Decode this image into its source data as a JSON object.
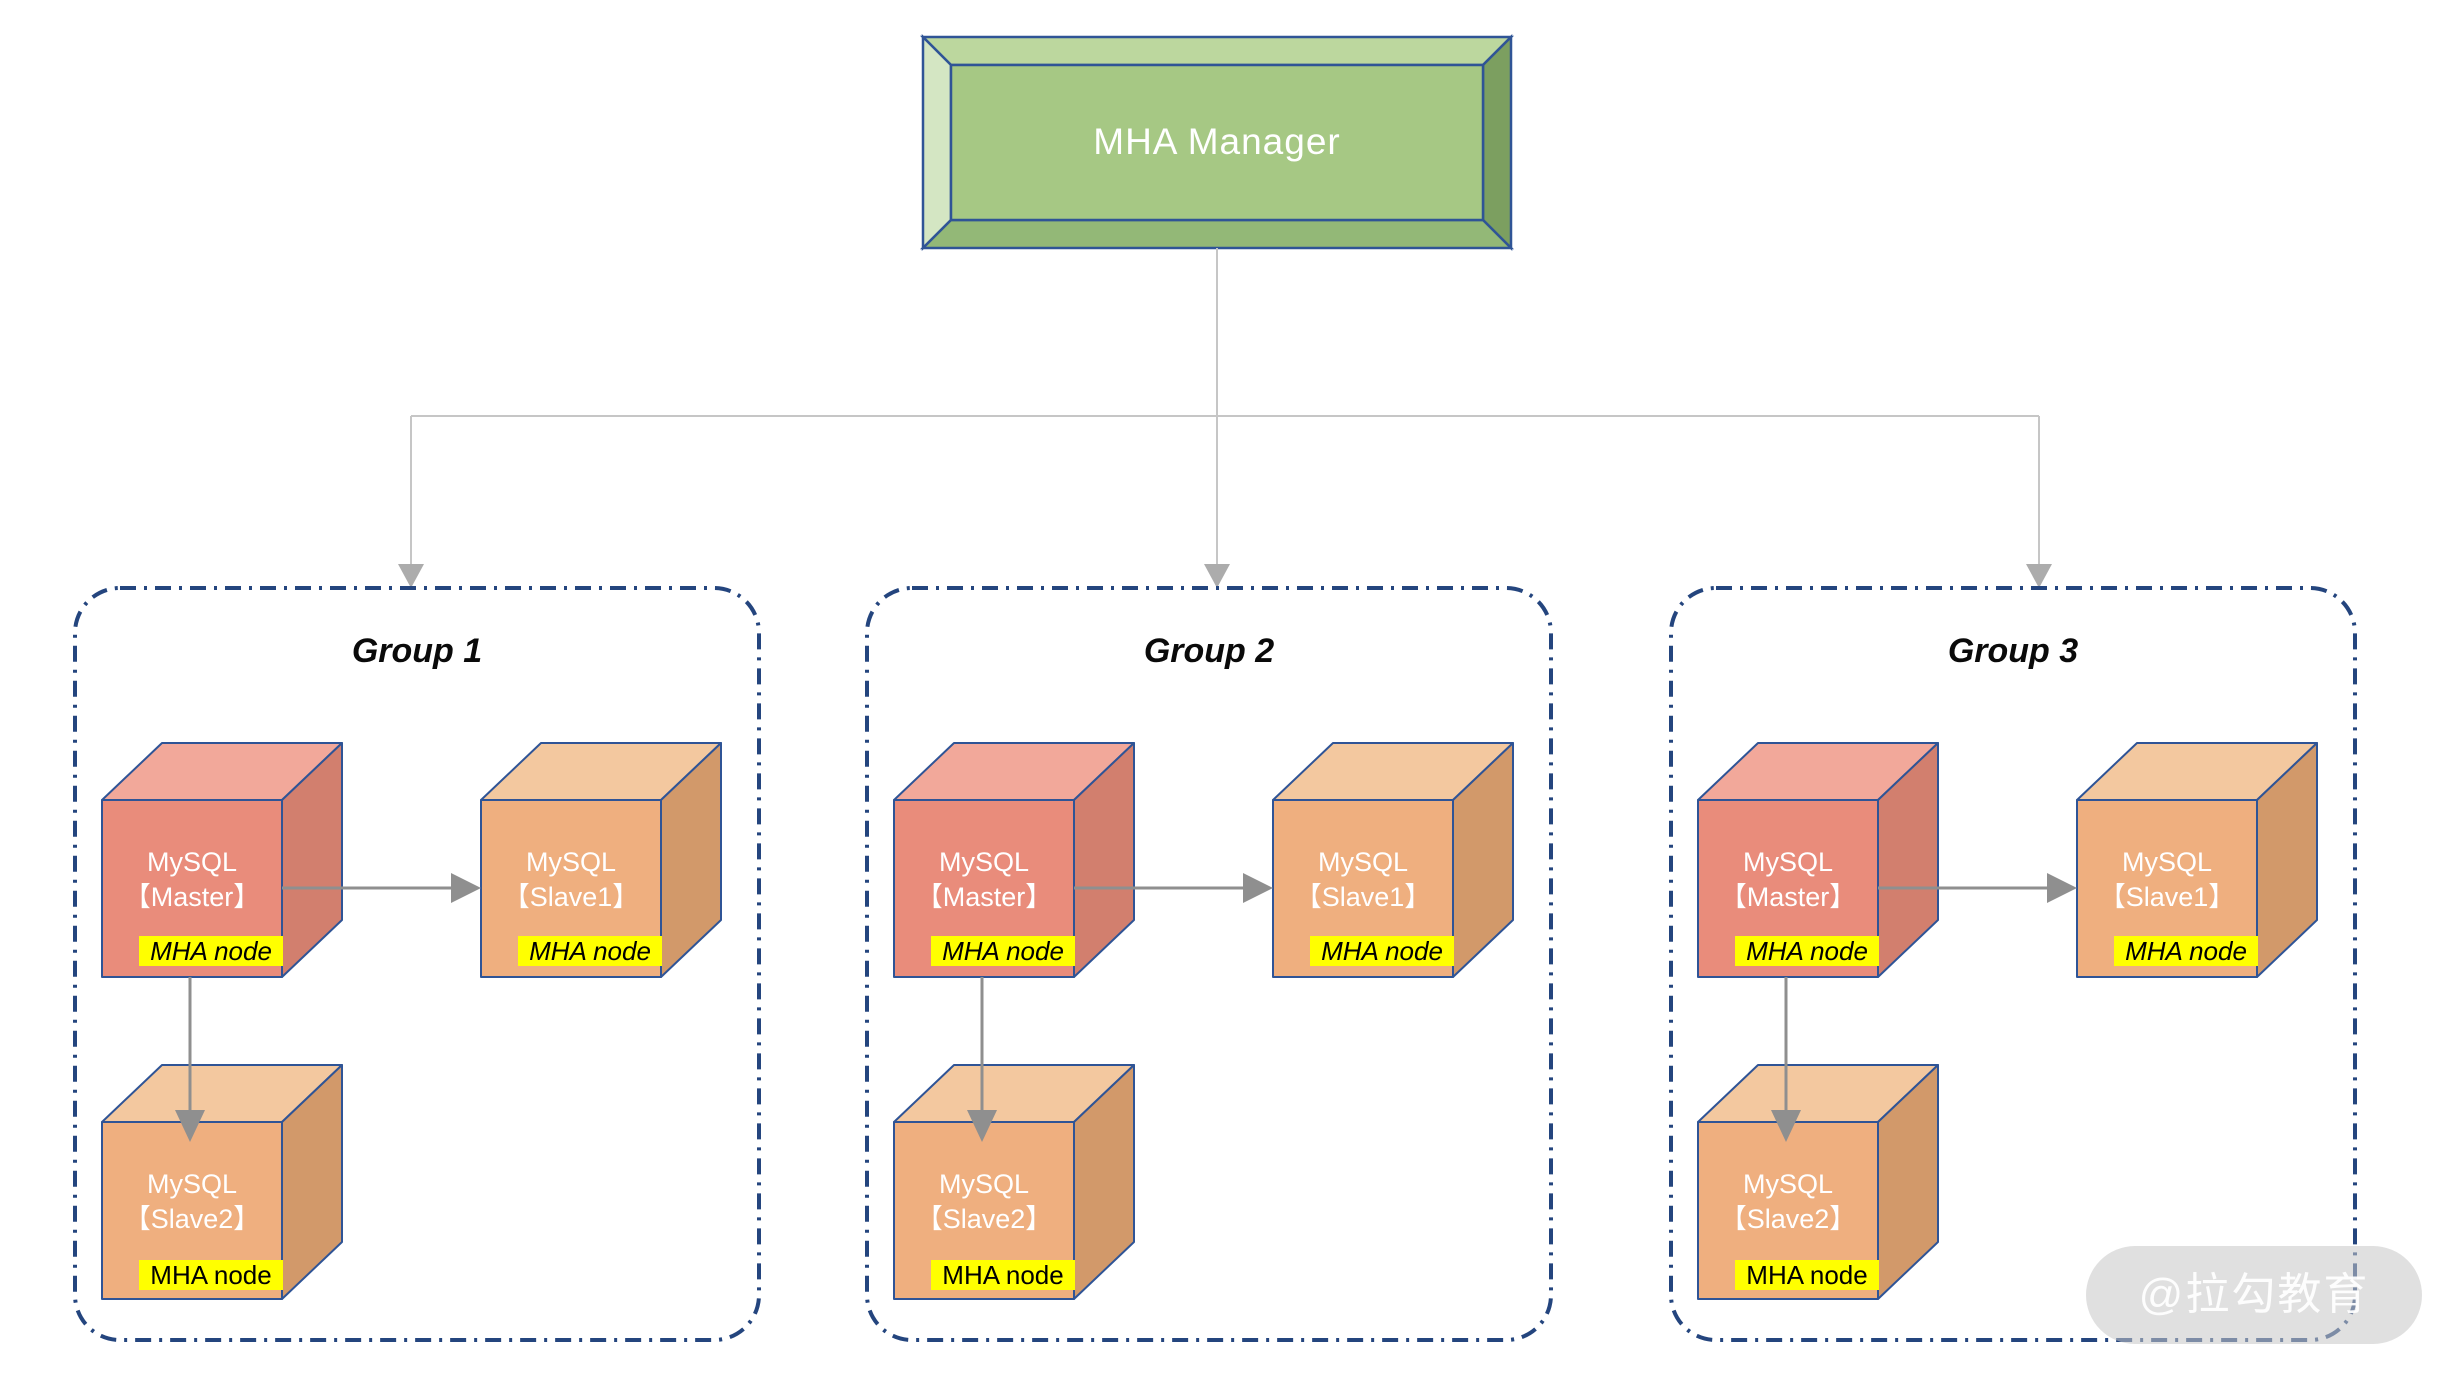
{
  "manager": {
    "label": "MHA Manager"
  },
  "groups": [
    {
      "title": "Group 1",
      "nodes": [
        {
          "line1": "MySQL",
          "line2": "【Master】",
          "badge": "MHA node"
        },
        {
          "line1": "MySQL",
          "line2": "【Slave1】",
          "badge": "MHA node"
        },
        {
          "line1": "MySQL",
          "line2": "【Slave2】",
          "badge": "MHA node"
        }
      ]
    },
    {
      "title": "Group 2",
      "nodes": [
        {
          "line1": "MySQL",
          "line2": "【Master】",
          "badge": "MHA node"
        },
        {
          "line1": "MySQL",
          "line2": "【Slave1】",
          "badge": "MHA node"
        },
        {
          "line1": "MySQL",
          "line2": "【Slave2】",
          "badge": "MHA node"
        }
      ]
    },
    {
      "title": "Group 3",
      "nodes": [
        {
          "line1": "MySQL",
          "line2": "【Master】",
          "badge": "MHA node"
        },
        {
          "line1": "MySQL",
          "line2": "【Slave1】",
          "badge": "MHA node"
        },
        {
          "line1": "MySQL",
          "line2": "【Slave2】",
          "badge": "MHA node"
        }
      ]
    }
  ],
  "watermark": {
    "text": "@拉勾教育"
  },
  "colors": {
    "manager_face": "#A6C884",
    "master_cube_front": "#E98C7B",
    "slave_cube_front": "#EFAF7F",
    "badge_yellow": "#FFFF00",
    "border_navy": "#2F5496",
    "group_border_navy": "#24457E",
    "connector_gray": "#C6C6C6",
    "arrow_gray": "#8F8F8F"
  }
}
